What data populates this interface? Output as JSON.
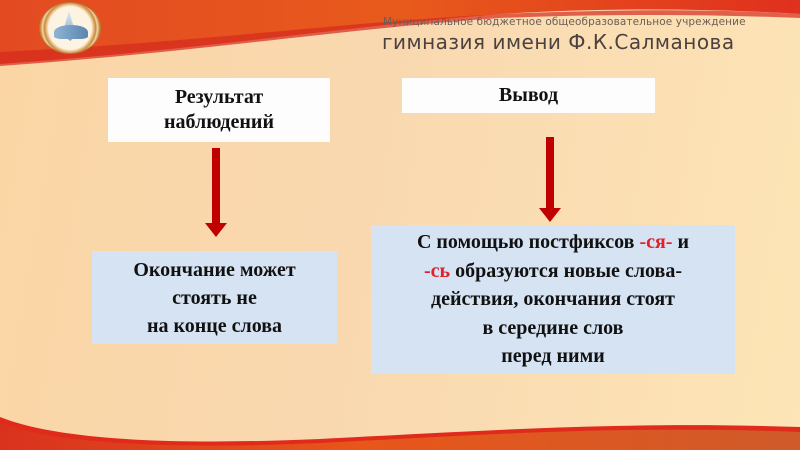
{
  "header": {
    "institution_line": "Муниципальное бюджетное общеобразовательное учреждение",
    "school_name": "гимназия имени Ф.К.Салманова",
    "logo_icon": "school-emblem-icon"
  },
  "diagram": {
    "left_column": {
      "heading": [
        "Результат",
        "наблюдений"
      ],
      "content": [
        "Окончание может",
        "стоять не",
        "на конце слова"
      ]
    },
    "right_column": {
      "heading": "Вывод",
      "content": {
        "line1_prefix": "С помощью постфиксов ",
        "line1_highlight": "-ся-",
        "line1_suffix": " и",
        "line2_highlight": "-сь",
        "line2_suffix": " образуются новые слова-",
        "line3": "действия, окончания стоят",
        "line4": "в середине слов",
        "line5": "перед ними"
      }
    },
    "arrow_icon": "arrow-down-icon"
  },
  "colors": {
    "accent_red": "#c00000",
    "highlight_red": "#e0202a",
    "heading_box": "#fdfdfd",
    "content_box": "#d6e3f3",
    "banner_red": "#e03a1e"
  }
}
